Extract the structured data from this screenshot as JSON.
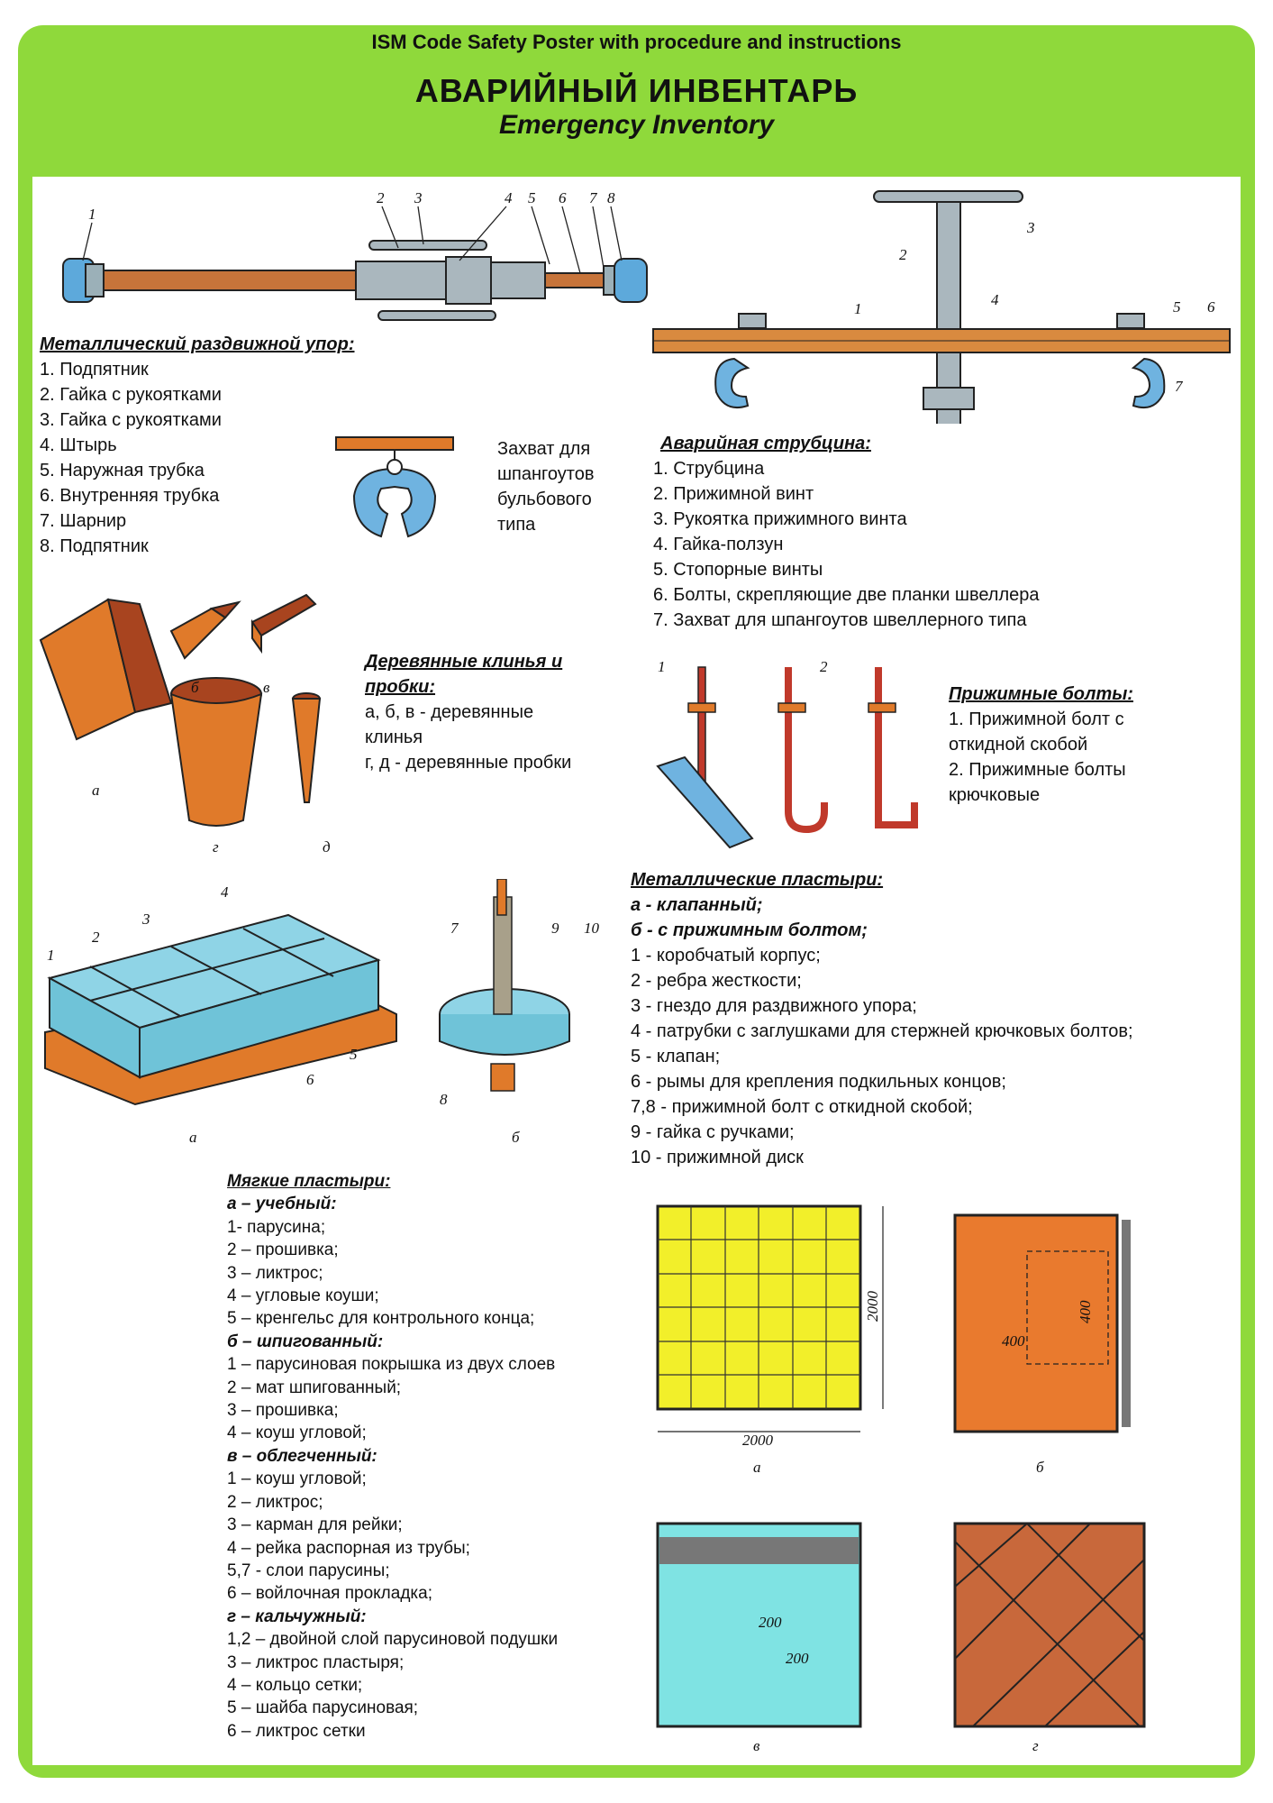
{
  "header": {
    "ism": "ISM Code Safety Poster with procedure and instructions",
    "title_ru": "АВАРИЙНЫЙ ИНВЕНТАРЬ",
    "title_en": "Emergency Inventory"
  },
  "prop": {
    "heading": "Металлический раздвижной упор:",
    "items": [
      "1. Подпятник",
      "2. Гайка с рукоятками",
      "3. Гайка с рукоятками",
      "4. Штырь",
      "5. Наружная трубка",
      "6. Внутренняя трубка",
      "7. Шарнир",
      "8. Подпятник"
    ],
    "callouts": [
      "1",
      "2",
      "3",
      "4",
      "5",
      "6",
      "7",
      "8"
    ]
  },
  "grip": {
    "caption": [
      "Захват для",
      "шпангоутов",
      "бульбового",
      "типа"
    ]
  },
  "clamp": {
    "heading": "Аварийная струбцина:",
    "items": [
      "1. Струбцина",
      "2. Прижимной винт",
      "3. Рукоятка прижимного винта",
      "4. Гайка-ползун",
      "5. Стопорные винты",
      "6. Болты, скрепляющие две планки швеллера",
      "7. Захват для шпангоутов швеллерного типа"
    ],
    "callouts": [
      "1",
      "2",
      "3",
      "4",
      "5",
      "6",
      "7"
    ]
  },
  "wedges": {
    "heading": [
      "Деревянные клинья и",
      "пробки:"
    ],
    "items": [
      "а, б, в - деревянные",
      "клинья",
      "г, д - деревянные пробки"
    ],
    "letters": [
      "а",
      "б",
      "в",
      "г",
      "д"
    ]
  },
  "bolts": {
    "heading": "Прижимные болты:",
    "items": [
      "1. Прижимной болт с",
      "откидной скобой",
      "2. Прижимные болты",
      "крючковые"
    ],
    "callouts": [
      "1",
      "2"
    ]
  },
  "metal_patches": {
    "heading": "Металлические пластыри:",
    "subs": [
      "а - клапанный;",
      "б - с прижимным болтом;"
    ],
    "items": [
      "1 - коробчатый корпус;",
      "2 - ребра жесткости;",
      "3 - гнездо для раздвижного упора;",
      "4 - патрубки с заглушками для стержней крючковых болтов;",
      "5 - клапан;",
      "6 - рымы для крепления подкильных концов;",
      "7,8 - прижимной болт с откидной скобой;",
      "9 - гайка с ручками;",
      "10 - прижимной диск"
    ],
    "callouts_a": [
      "1",
      "2",
      "3",
      "4",
      "5",
      "6"
    ],
    "callouts_b": [
      "7",
      "9",
      "10",
      "8"
    ],
    "letters": [
      "а",
      "б"
    ]
  },
  "soft_patches": {
    "heading": "Мягкие пластыри:",
    "sections": [
      {
        "sub": "а – учебный:",
        "items": [
          "1- парусина;",
          "2 – прошивка;",
          "3 – ликтрос;",
          "4 – угловые коуши;",
          "5 – кренгельс для контрольного конца;"
        ]
      },
      {
        "sub": "б – шпигованный:",
        "items": [
          "1 – парусиновая покрышка из двух слоев",
          "2 – мат шпигованный;",
          "3 – прошивка;",
          "4 – коуш угловой;"
        ]
      },
      {
        "sub": "в – облегченный:",
        "items": [
          "1 – коуш угловой;",
          "2 – ликтрос;",
          "3 – карман для рейки;",
          "4 – рейка распорная из трубы;",
          "5,7 - слои парусины;",
          "6 – войлочная прокладка;"
        ]
      },
      {
        "sub": "г – кальчужный:",
        "items": [
          "1,2 – двойной слой парусиновой подушки",
          "3 – ликтрос пластыря;",
          "4 – кольцо сетки;",
          "5 – шайба парусиновая;",
          "6 – ликтрос сетки"
        ]
      }
    ],
    "dims": {
      "a_side": "2000",
      "a_bottom": "2000",
      "b_w": "400",
      "b_h": "400",
      "c_w": "200",
      "c_h": "200"
    },
    "letters": [
      "а",
      "б",
      "в",
      "г"
    ]
  }
}
